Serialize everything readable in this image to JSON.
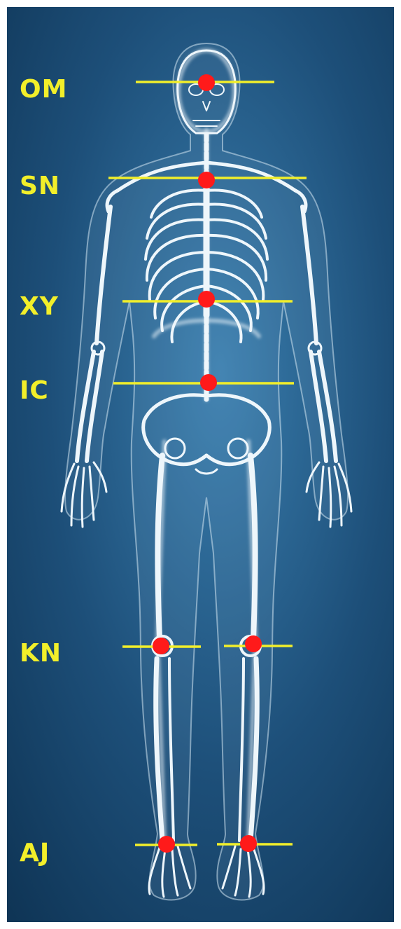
{
  "colors": {
    "background": "#1d4f79",
    "background_light": "#3a7eae",
    "background_dark": "#0f3556",
    "label_text": "#f2ef2a",
    "guide_line": "#f2ef2a",
    "landmark_dot": "#ff1a1a",
    "bone": "#eef6fb"
  },
  "figure_subject": "human-skeleton-front-view",
  "landmarks": [
    {
      "id": "om",
      "label": "OM"
    },
    {
      "id": "sn",
      "label": "SN"
    },
    {
      "id": "xy",
      "label": "XY"
    },
    {
      "id": "ic",
      "label": "IC"
    },
    {
      "id": "kn",
      "label": "KN"
    },
    {
      "id": "aj",
      "label": "AJ"
    }
  ]
}
